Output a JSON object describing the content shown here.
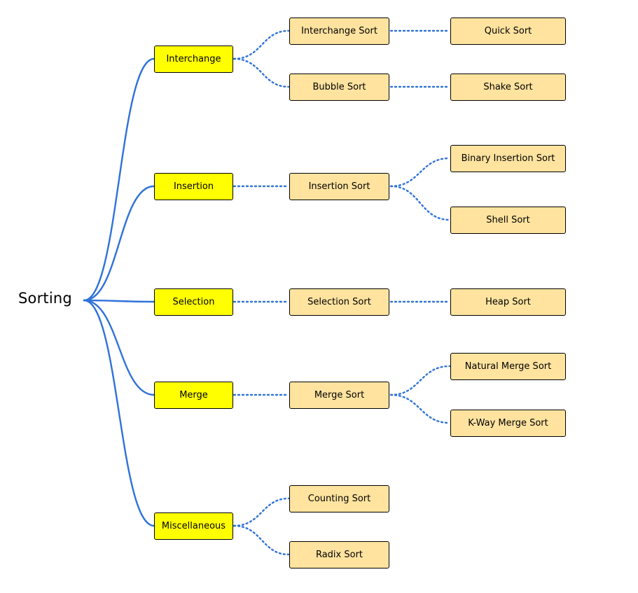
{
  "root": {
    "label": "Sorting"
  },
  "colors": {
    "category_fill": "#ffff00",
    "leaf_fill": "#ffe39f",
    "connector": "#2f72d9",
    "border": "#000000"
  },
  "categories": [
    {
      "label": "Interchange",
      "methods": [
        {
          "label": "Interchange Sort",
          "variants": [
            {
              "label": "Quick Sort"
            }
          ]
        },
        {
          "label": "Bubble Sort",
          "variants": [
            {
              "label": "Shake Sort"
            }
          ]
        }
      ]
    },
    {
      "label": "Insertion",
      "methods": [
        {
          "label": "Insertion Sort",
          "variants": [
            {
              "label": "Binary Insertion Sort"
            },
            {
              "label": "Shell Sort"
            }
          ]
        }
      ]
    },
    {
      "label": "Selection",
      "methods": [
        {
          "label": "Selection Sort",
          "variants": [
            {
              "label": "Heap Sort"
            }
          ]
        }
      ]
    },
    {
      "label": "Merge",
      "methods": [
        {
          "label": "Merge Sort",
          "variants": [
            {
              "label": "Natural Merge Sort"
            },
            {
              "label": "K-Way Merge Sort"
            }
          ]
        }
      ]
    },
    {
      "label": "Miscellaneous",
      "methods": [
        {
          "label": "Counting Sort",
          "variants": []
        },
        {
          "label": "Radix Sort",
          "variants": []
        }
      ]
    }
  ]
}
